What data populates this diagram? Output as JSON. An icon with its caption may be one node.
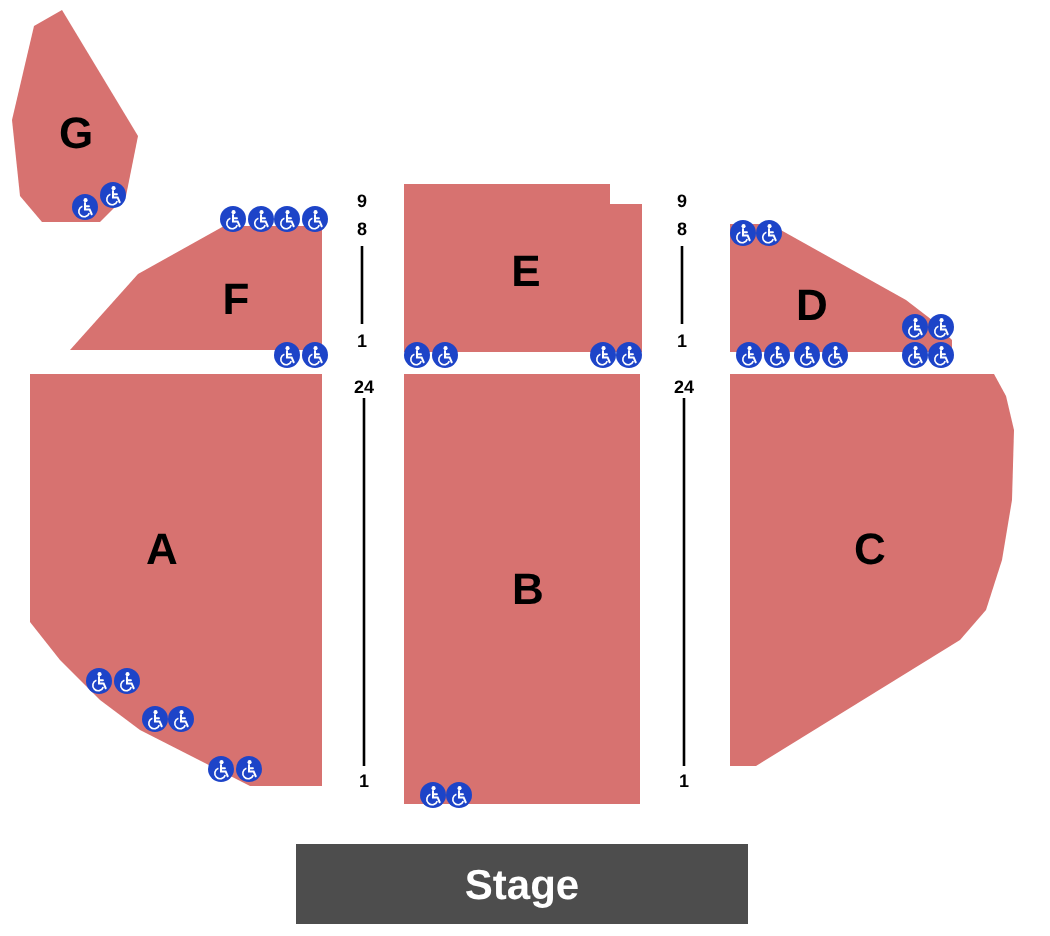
{
  "diagram": {
    "nodes": [
      {
        "text": [
          "G"
        ]
      },
      {
        "text": [
          "F"
        ]
      },
      {
        "text": [
          "E"
        ]
      },
      {
        "text": [
          "D"
        ]
      },
      {
        "text": [
          "A"
        ]
      },
      {
        "text": [
          "B"
        ]
      },
      {
        "text": [
          "C"
        ]
      },
      {
        "text": [
          "Stage"
        ]
      }
    ],
    "labels": [
      "9",
      "9",
      "8",
      "8",
      "1",
      "1",
      "24",
      "24",
      "1",
      "1"
    ]
  }
}
